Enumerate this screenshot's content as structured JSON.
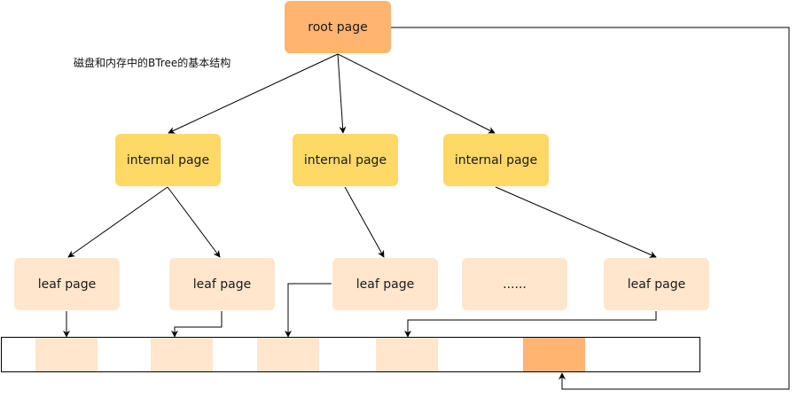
{
  "caption": "磁盘和内存中的BTree的基本结构",
  "nodes": {
    "root": "root page",
    "internal": [
      "internal page",
      "internal page",
      "internal page"
    ],
    "leaf": [
      "leaf page",
      "leaf page",
      "leaf page",
      "......",
      "leaf page"
    ]
  },
  "colors": {
    "root": "#ffb570",
    "internal": "#ffd966",
    "leaf": "#ffe6cc",
    "line": "#000000"
  }
}
